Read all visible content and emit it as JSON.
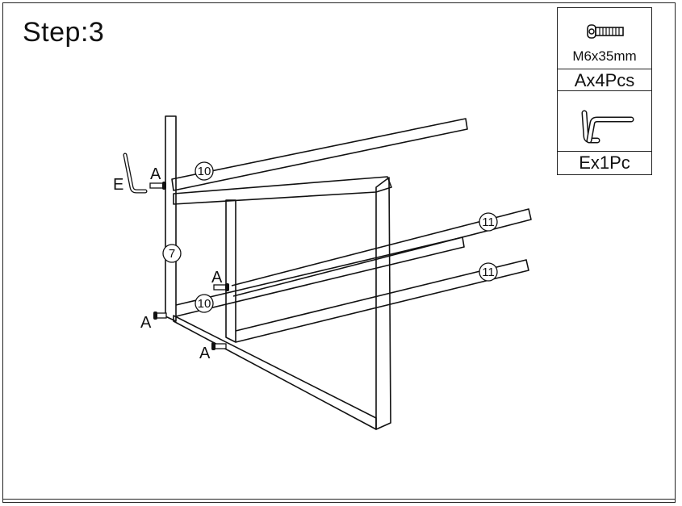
{
  "step": {
    "title": "Step:3"
  },
  "parts": {
    "a": {
      "icon": "bolt-icon",
      "spec": "M6x35mm",
      "qty": "Ax4Pcs"
    },
    "e": {
      "icon": "allen-key-icon",
      "qty": "Ex1Pc"
    }
  },
  "callouts": {
    "rail_10_top": "10",
    "rail_10_bottom": "10",
    "rail_11_upper": "11",
    "rail_11_lower": "11",
    "leg_7": "7"
  },
  "labels": {
    "tool_e": "E",
    "bolt_a_top": "A",
    "bolt_a_mid": "A",
    "bolt_a_left": "A",
    "bolt_a_bottom": "A"
  }
}
